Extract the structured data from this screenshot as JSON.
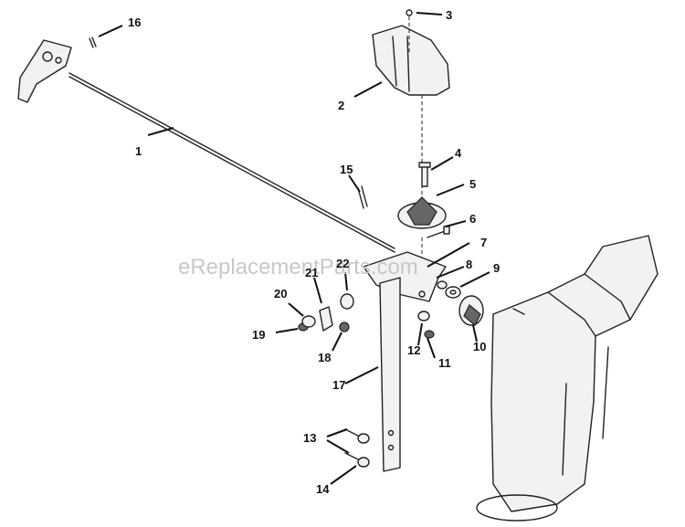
{
  "watermark": "eReplacementParts.com",
  "callouts": [
    "1",
    "2",
    "3",
    "4",
    "5",
    "6",
    "7",
    "8",
    "9",
    "10",
    "11",
    "12",
    "13",
    "14",
    "15",
    "16",
    "17",
    "18",
    "19",
    "20",
    "21",
    "22"
  ]
}
